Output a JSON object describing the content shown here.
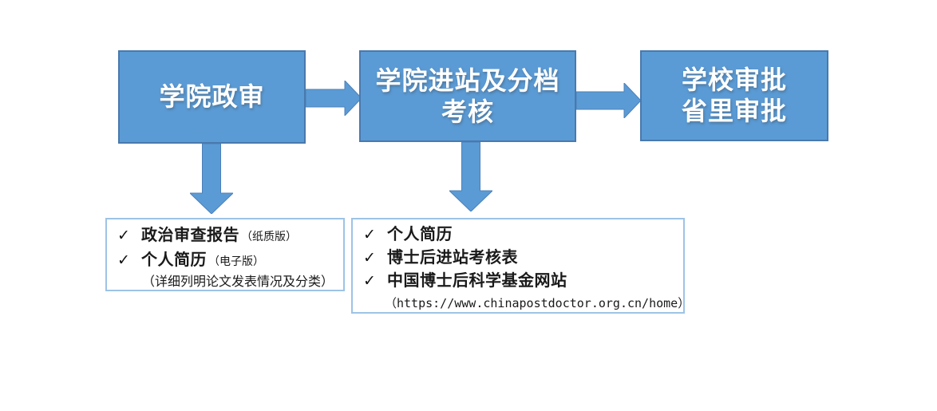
{
  "flowchart": {
    "check_glyph": "✓",
    "steps": [
      {
        "label_lines": [
          "学院政审"
        ]
      },
      {
        "label_lines": [
          "学院进站及分档",
          "考核"
        ]
      },
      {
        "label_lines": [
          "学校审批",
          "省里审批"
        ]
      }
    ],
    "checklists": [
      {
        "items": [
          {
            "text": "政治审查报告",
            "note": "（纸质版）"
          },
          {
            "text": "个人简历",
            "note": "（电子版）"
          }
        ],
        "footnote": "（详细列明论文发表情况及分类）"
      },
      {
        "items": [
          {
            "text": "个人简历",
            "note": ""
          },
          {
            "text": "博士后进站考核表",
            "note": ""
          },
          {
            "text": "中国博士后科学基金网站",
            "note": ""
          }
        ],
        "footnote": "（https://www.chinapostdoctor.org.cn/home）"
      }
    ],
    "colors": {
      "box_fill": "#5B9BD5",
      "box_border": "#4979AD",
      "box_text": "#FFFFFF",
      "list_border": "#9DC3E6",
      "list_text": "#1A1A1A"
    }
  }
}
